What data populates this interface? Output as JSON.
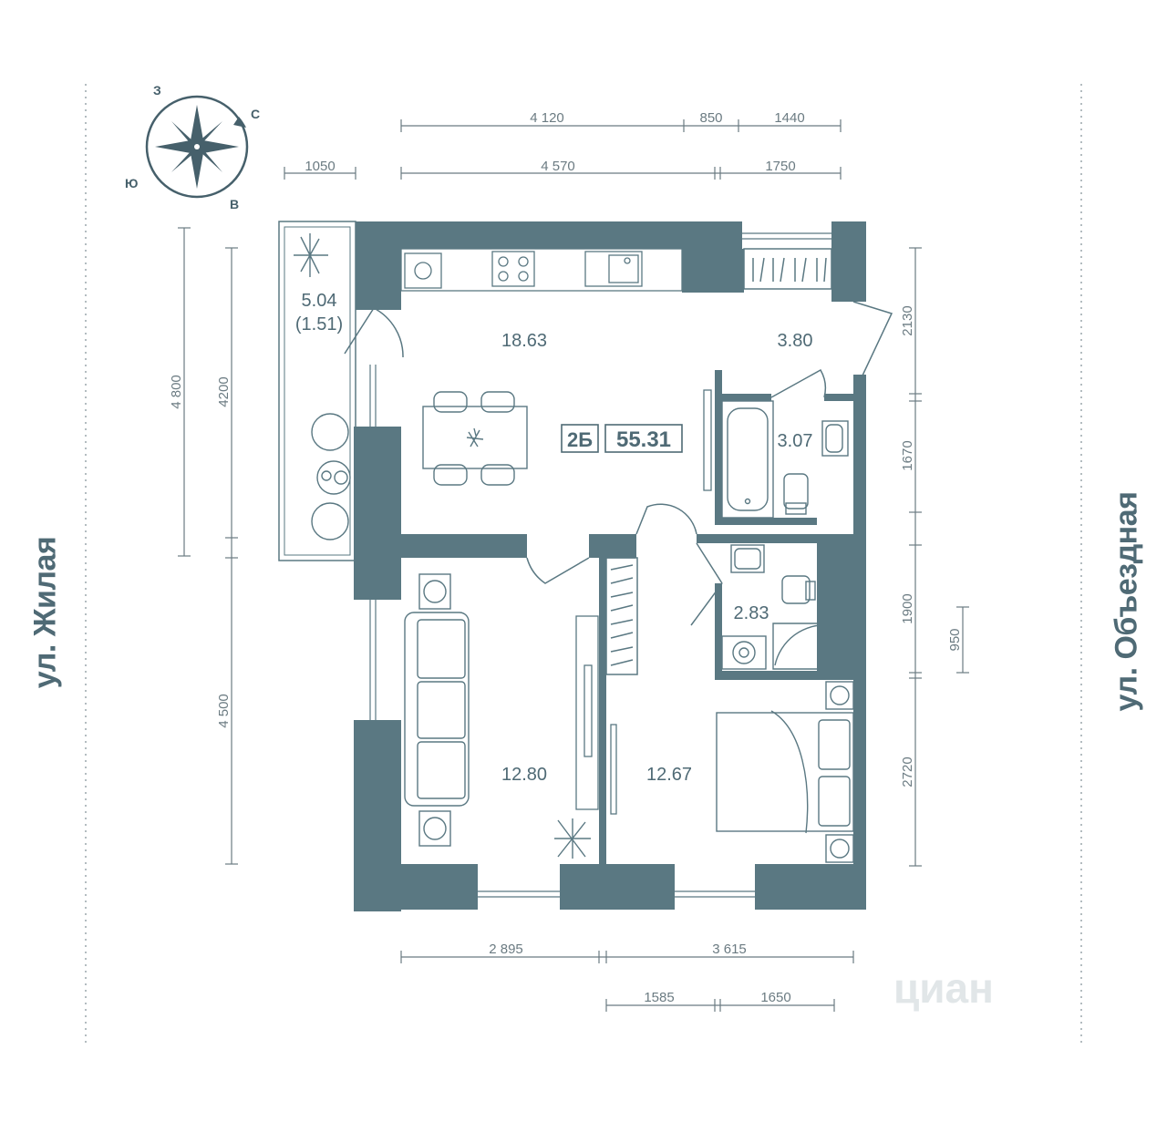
{
  "streets": {
    "left": "ул. Жилая",
    "right": "ул. Объездная"
  },
  "compass": {
    "north": "С",
    "south": "Ю",
    "east": "В",
    "west": "З"
  },
  "apartment": {
    "type": "2Б",
    "total_area": "55.31"
  },
  "rooms": {
    "kitchen_living": "18.63",
    "hall": "3.80",
    "bathroom": "3.07",
    "wc_laundry": "2.83",
    "living_room": "12.80",
    "bedroom": "12.67",
    "balcony": "5.04",
    "balcony_reduced": "(1.51)"
  },
  "dimensions": {
    "top_1": "4 120",
    "top_2": "850",
    "top_3": "1440",
    "top_4": "1050",
    "top_5": "4 570",
    "top_6": "1750",
    "left_1": "4 800",
    "left_2": "4200",
    "left_3": "4 500",
    "right_1": "2130",
    "right_2": "1670",
    "right_3": "1900",
    "right_4": "950",
    "right_5": "2720",
    "bottom_1": "2 895",
    "bottom_2": "3 615",
    "bottom_3": "1585",
    "bottom_4": "1650"
  },
  "watermark": "циан",
  "colors": {
    "wall": "#5a7882",
    "line": "#4f6a75",
    "dim_line": "#6b7b82"
  }
}
